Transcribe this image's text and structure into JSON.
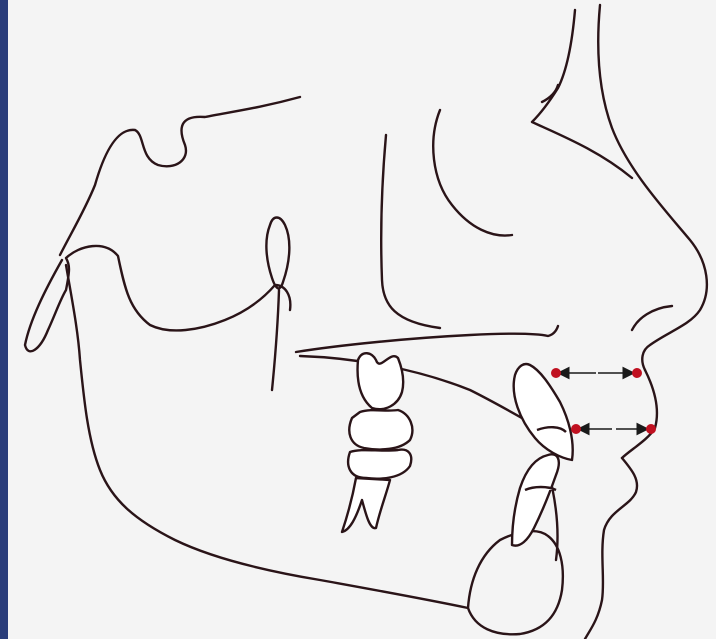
{
  "figure": {
    "kind": "cephalometric-tracing-lateral",
    "colors": {
      "background": "#f4f4f4",
      "outline": "#2a1418",
      "landmark": "#c01020",
      "arrow": "#1a1a1a",
      "left_edge": "#2a3d7a"
    },
    "landmarks": [
      {
        "name": "upper-incisor-labial"
      },
      {
        "name": "upper-lip-anterior"
      },
      {
        "name": "lower-incisor-labial"
      },
      {
        "name": "lower-lip-anterior"
      }
    ]
  }
}
